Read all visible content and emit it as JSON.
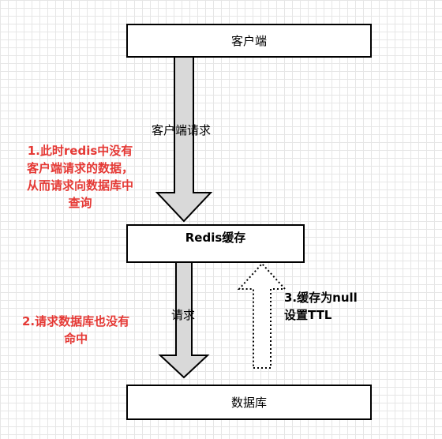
{
  "nodes": {
    "client": "客户端",
    "redis": "Redis缓存",
    "database": "数据库"
  },
  "edges": {
    "client_request": "客户端请求",
    "request": "请求"
  },
  "notes": {
    "note1": [
      "1.此时redis中没有",
      "客户端请求的数据，",
      "从而请求向数据库中",
      "查询"
    ],
    "note2": [
      "2.请求数据库也没有",
      "命中"
    ],
    "note3": [
      "3.缓存为null",
      "设置TTL"
    ]
  },
  "colors": {
    "note_red": "#e53935",
    "arrow_fill": "#d9d9d9",
    "stroke": "#000000"
  }
}
